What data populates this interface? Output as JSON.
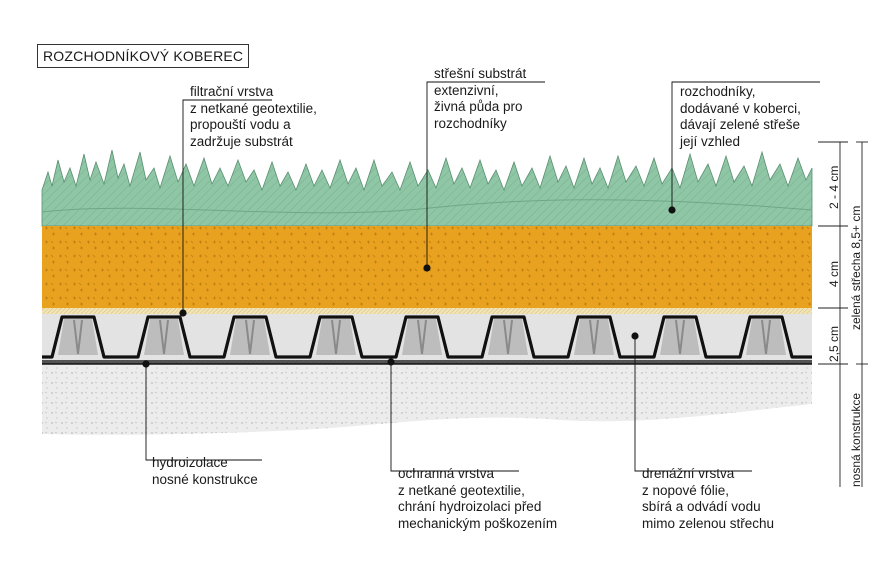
{
  "title": "ROZCHODNÍKOVÝ KOBEREC",
  "colors": {
    "sedum": "#8fc7a6",
    "sedum_light": "#bfe3cc",
    "substrate": "#e9a21f",
    "filter": "#f4e4b2",
    "drainage_bg": "#e3e3e3",
    "drainage_shadow": "#9a9a9a",
    "membrane": "#111111",
    "concrete": "#ececec",
    "line": "#1a1a1a"
  },
  "labels": {
    "filtracni": [
      "filtrační vrstva",
      "z netkané geotextilie,",
      "propouští vodu a",
      "zadržuje substrát"
    ],
    "substrat": [
      "střešní substrát",
      "extenzivní,",
      "živná půda pro",
      "rozchodníky"
    ],
    "rozchodniky": [
      "rozchodníky,",
      "dodávané v koberci,",
      "dávají zelené střeše",
      "její vzhled"
    ],
    "hydroizolace": [
      "hydroizolace",
      "nosné konstrukce"
    ],
    "ochranna": [
      "ochranná vrstva",
      "z netkané geotextilie,",
      "chrání hydroizolaci před",
      "mechanickým poškozením"
    ],
    "drenazni": [
      "drenážní vrstva",
      "z nopové fólie,",
      "sbírá a odvádí vodu",
      "mimo zelenou střechu"
    ]
  },
  "dimensions": {
    "sedum": "2 - 4 cm",
    "substrate": "4 cm",
    "drainage": "2,5 cm",
    "total": "zelená střecha 8,5+ cm",
    "structure": "nosná konstrukce"
  }
}
